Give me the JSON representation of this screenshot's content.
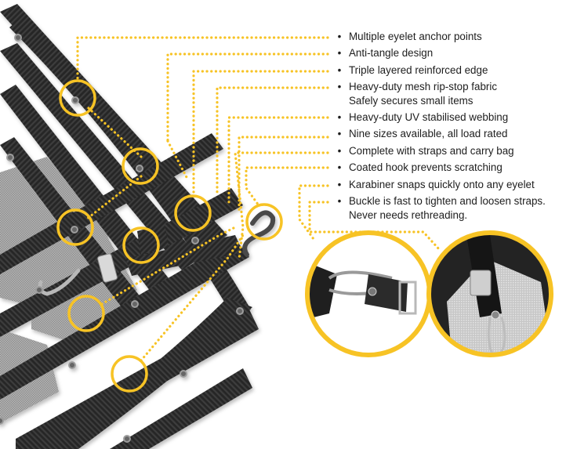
{
  "title": "Cargo net feature callout diagram",
  "colors": {
    "accent": "#f7c325",
    "webbing": "#2b2b2b",
    "webbing_light": "#3c3c3c",
    "mesh": "#9a9a9a",
    "text": "#1d1d1d",
    "photo_bg": "#f2f2f2"
  },
  "features": [
    {
      "lines": [
        "Multiple eyelet anchor points"
      ]
    },
    {
      "lines": [
        "Anti-tangle design"
      ]
    },
    {
      "lines": [
        "Triple layered reinforced edge"
      ]
    },
    {
      "lines": [
        "Heavy-duty mesh rip-stop fabric",
        "Safely secures small items"
      ]
    },
    {
      "lines": [
        "Heavy-duty UV stabilised webbing"
      ]
    },
    {
      "lines": [
        "Nine sizes available, all load rated"
      ]
    },
    {
      "lines": [
        "Complete with straps and carry bag"
      ]
    },
    {
      "lines": [
        "Coated hook prevents scratching"
      ]
    },
    {
      "lines": [
        "Karabiner snaps quickly onto any eyelet"
      ]
    },
    {
      "lines": [
        "Buckle is fast to tighten and loosen straps.",
        "Never needs rethreading."
      ]
    }
  ],
  "detail_photos": [
    {
      "subject": "karabiner-closeup"
    },
    {
      "subject": "buckle-closeup"
    }
  ],
  "bullet_char": "•"
}
